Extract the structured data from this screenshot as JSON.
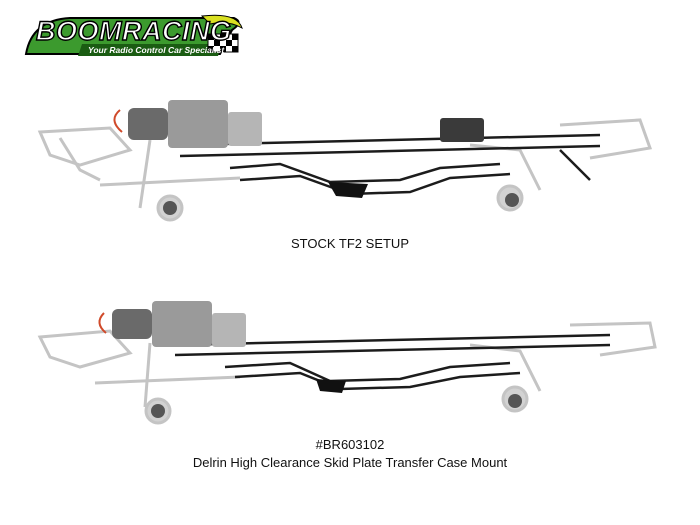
{
  "brand": {
    "name": "BOOMRACING",
    "tagline": "Your Radio Control Car Specialist",
    "colors": {
      "swoosh": "#3c9a2e",
      "highlight": "#d9e021",
      "outline": "#000000",
      "fill": "#ffffff"
    }
  },
  "captions": {
    "top": "STOCK TF2 SETUP",
    "part_number": "#BR603102",
    "product_name": "Delrin High Clearance Skid Plate Transfer Case Mount"
  },
  "colors": {
    "chassis": "#1c1c1c",
    "chassis_faded": "#bdbdbd",
    "skid_plate": "#111111"
  }
}
